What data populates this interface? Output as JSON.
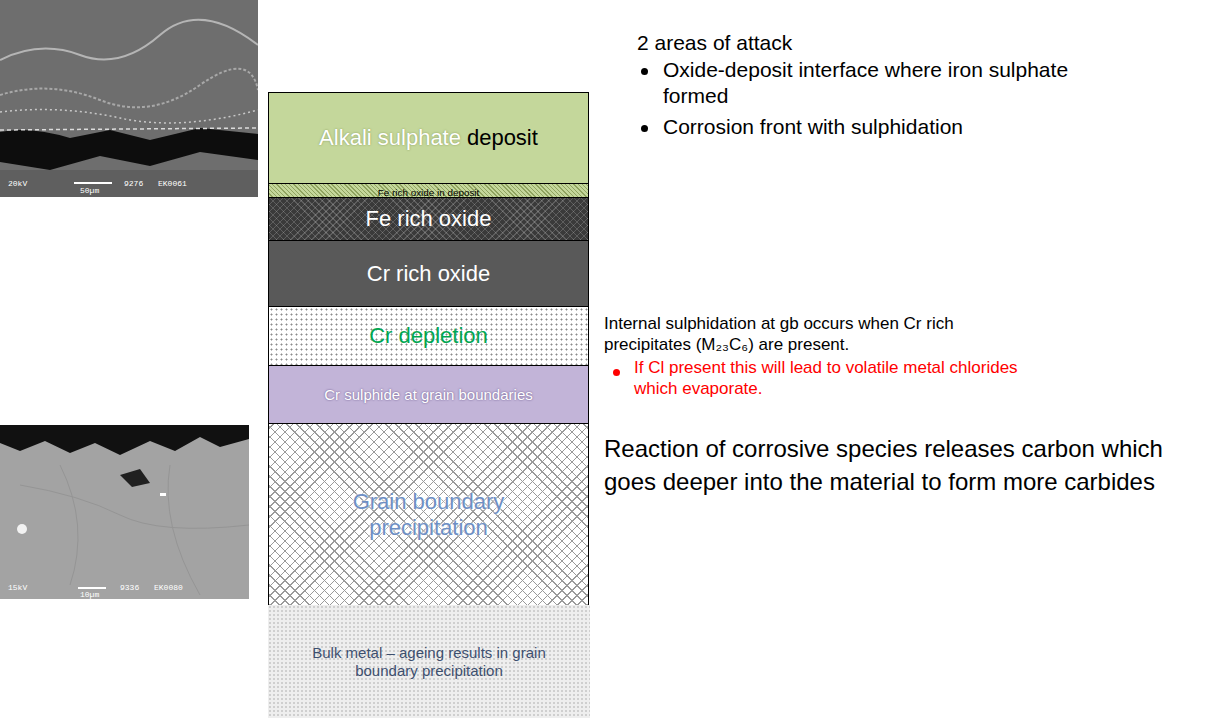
{
  "diagram": {
    "nodes": [
      {
        "text": [
          "Alkali sulphate",
          "deposit"
        ]
      },
      {
        "text": [
          "Fe rich oxide in deposit"
        ]
      },
      {
        "text": [
          "Fe rich oxide"
        ]
      },
      {
        "text": [
          "Cr rich oxide"
        ]
      },
      {
        "text": [
          "Cr depletion"
        ]
      },
      {
        "text": [
          "Cr sulphide at grain boundaries"
        ]
      },
      {
        "text": [
          "Grain boundary precipitation"
        ]
      },
      {
        "text": [
          "Bulk metal – ageing results in grain boundary precipitation"
        ]
      }
    ],
    "labels": [
      "20kV",
      "50µm",
      "9276",
      "EK0061",
      "15kV",
      "10µm",
      "9336",
      "EK0080",
      "2 areas of attack",
      "Oxide-deposit interface where iron sulphate formed",
      "Corrosion front with sulphidation",
      "Internal sulphidation at gb occurs when Cr rich precipitates (M₂₃C₆) are present.",
      "If Cl present this will lead to volatile metal chlorides which evaporate.",
      "Reaction of corrosive species releases carbon which goes deeper into the material to form more carbides"
    ]
  }
}
